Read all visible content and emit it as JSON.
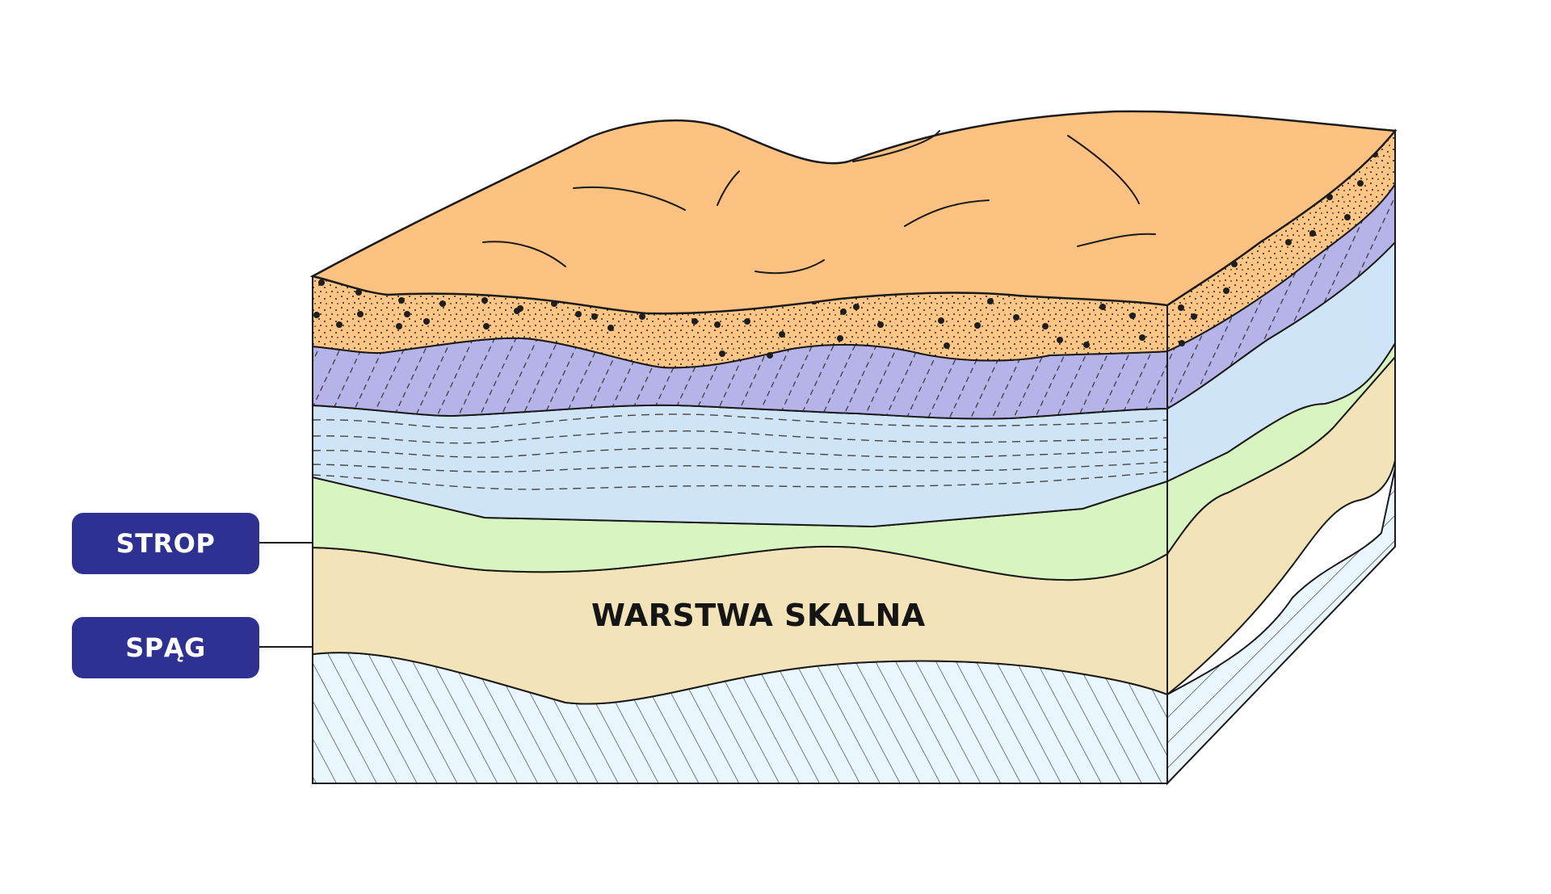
{
  "labels": {
    "top": "STROP",
    "bottom": "SPĄG",
    "layer": "WARSTWA SKALNA"
  },
  "colors": {
    "label_bg": "#2E3192",
    "topsoil": "#FDC282",
    "sand": "#FDC586",
    "purple": "#B5B3E8",
    "blue": "#CFE5F7",
    "green": "#D8F4C0",
    "tan": "#F3E3B8",
    "bedrock": "#EAF6FD",
    "outline": "#1a1a1a"
  },
  "layers": [
    {
      "name": "topsoil-sand",
      "pattern": "dots"
    },
    {
      "name": "purple-layer",
      "pattern": "diagonal-dashes"
    },
    {
      "name": "blue-layer",
      "pattern": "horizontal-dashes"
    },
    {
      "name": "green-layer",
      "pattern": "none"
    },
    {
      "name": "rock-layer",
      "pattern": "none",
      "label": "WARSTWA SKALNA"
    },
    {
      "name": "bedrock",
      "pattern": "diagonal-lines"
    }
  ]
}
